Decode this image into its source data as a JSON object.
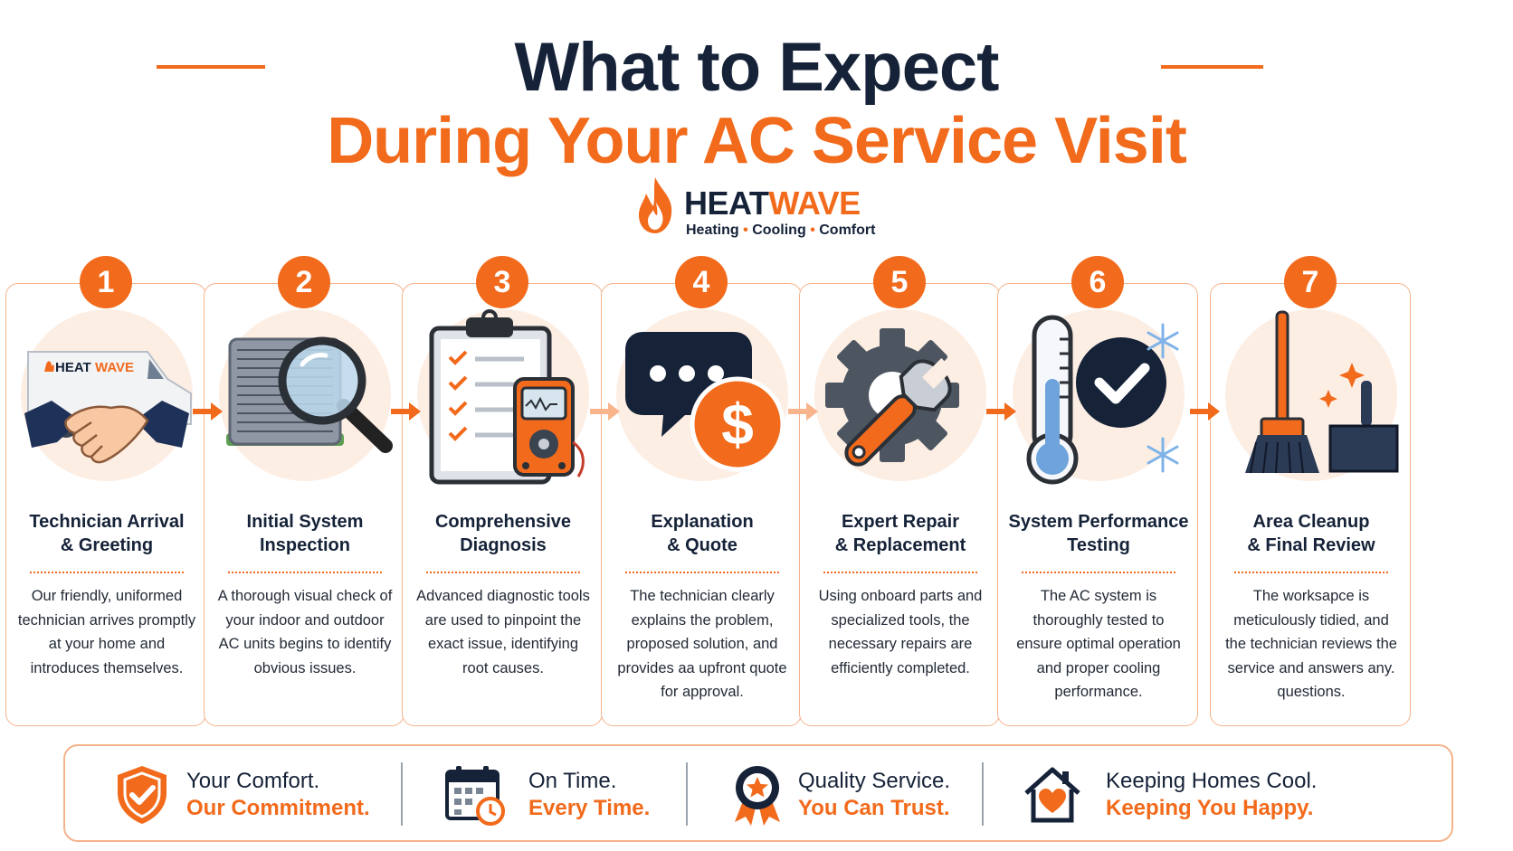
{
  "header": {
    "title_line1": "What to Expect",
    "title_line2": "During Your AC Service Visit"
  },
  "brand": {
    "name_dark": "HEAT",
    "name_orange": "WAVE",
    "tag_1": "Heating",
    "tag_2": "Cooling",
    "tag_3": "Comfort",
    "tag_sep": "•",
    "van_logo_dark": "HEAT",
    "van_logo_orange": "WAVE"
  },
  "colors": {
    "accent": "#f26a1b",
    "navy": "#152238",
    "soft": "#fdeee4",
    "border": "#f4b38b"
  },
  "steps": [
    {
      "number": "1",
      "title": "Technician Arrival\n& Greeting",
      "icon": "van-handshake-icon",
      "description": "Our friendly, uniformed technician arrives promptly at your home and introduces themselves."
    },
    {
      "number": "2",
      "title": "Initial System\nInspection",
      "icon": "magnifier-ac-unit-icon",
      "description": "A thorough visual check of your indoor and outdoor AC units begins to identify obvious issues."
    },
    {
      "number": "3",
      "title": "Comprehensive\nDiagnosis",
      "icon": "clipboard-multimeter-icon",
      "description": "Advanced diagnostic tools are used to pinpoint the exact issue, identifying root causes."
    },
    {
      "number": "4",
      "title": "Explanation\n& Quote",
      "icon": "chat-dollar-icon",
      "description": "The technician clearly explains the problem, proposed solution, and provides aa upfront quote for approval."
    },
    {
      "number": "5",
      "title": "Expert Repair\n& Replacement",
      "icon": "gear-wrench-icon",
      "description": "Using onboard parts and specialized tools, the necessary repairs are efficiently completed."
    },
    {
      "number": "6",
      "title": "System Performance\nTesting",
      "icon": "thermometer-check-icon",
      "description": "The AC system is thoroughly tested to ensure optimal operation and proper cooling performance."
    },
    {
      "number": "7",
      "title": "Area Cleanup\n& Final Review",
      "icon": "broom-dustpan-icon",
      "description": "The worksapce is meticulously tidied, and the technician reviews the service and answers any. questions."
    }
  ],
  "footer": [
    {
      "line1": "Your Comfort.",
      "line2": "Our Commitment.",
      "icon": "shield-check-icon"
    },
    {
      "line1": "On Time.",
      "line2": "Every Time.",
      "icon": "calendar-clock-icon"
    },
    {
      "line1": "Quality Service.",
      "line2": "You Can Trust.",
      "icon": "award-ribbon-icon"
    },
    {
      "line1": "Keeping Homes Cool.",
      "line2": "Keeping You Happy.",
      "icon": "house-heart-icon"
    }
  ]
}
